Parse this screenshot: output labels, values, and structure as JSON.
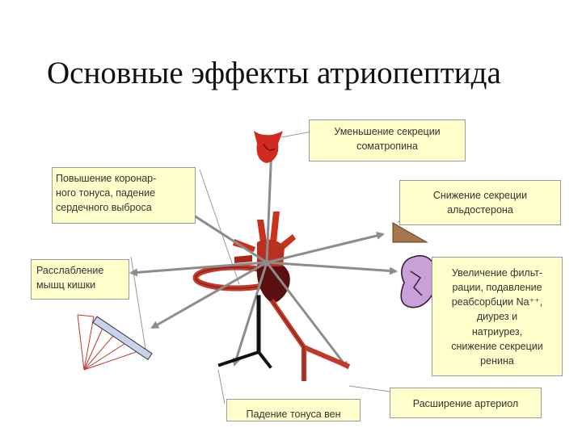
{
  "title": "Основные эффекты атриопептида",
  "boxes": {
    "somatotropin": [
      "Уменьшение секреции",
      "соматропина"
    ],
    "coronary": [
      "Повышение коронар-",
      "ного тонуса, падение",
      "сердечного выброса"
    ],
    "aldosterone": [
      "Снижение секреции",
      "альдостерона"
    ],
    "intestine": [
      "Расслабление",
      "мышц кишки"
    ],
    "kidney": [
      "Увеличение фильт-",
      "рации, подавление",
      "реабсорбции Na⁺⁺,",
      "диурез и",
      "натриурез,",
      "снижение секреции",
      "ренина"
    ],
    "veins": [
      "Падение тонуса вен"
    ],
    "arterioles": [
      "Расширение артериол"
    ]
  },
  "icons": [
    "pituitary-icon",
    "heart-icon",
    "adrenal-icon",
    "kidney-icon",
    "intestine-muscle-icon",
    "vein-icon",
    "arteriole-icon"
  ]
}
